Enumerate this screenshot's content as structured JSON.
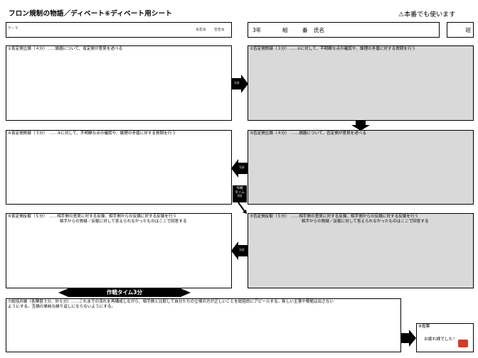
{
  "title": "フロン規制の物語／ディベート⑥ディベート用シート",
  "note": "⚠本番でも使います",
  "header": {
    "topic_hint": "テーマ",
    "side_a": "肯定派",
    "side_b": "否定派",
    "grade": "3年",
    "class": "組",
    "number": "番",
    "name": "氏名",
    "team": "班"
  },
  "sections": {
    "s1": "①肯定側立論（４分）……論題について、肯定側が意見を述べる",
    "s2": "②否定側質疑（３分）……①に対して、不明瞭な点の確認や、論理の矛盾に対する質問を行う",
    "s3": "③否定側立論（４分）　……論題について、否定側が意見を述べる",
    "s4": "④肯定側質疑（３分）　……③に対して、不明瞭な点の確認や、論理の矛盾に対する質問を行う",
    "s5": "⑤否定側反駁（５分）　……相手側の意見に対する反論、相手側からの反論に対する反論を行う\n　　　　　　　　　　　　　相手からの質疑／反駁に対して答えられなかったものはここで回答する",
    "s6": "⑥肯定側反駁（５分）　……相手側の意見に対する反論、相手側からの反論に対する反論を行う\n　　　　　　　　　　　　　相手からの質疑／反駁に対して答えられなかったものはここで回答する",
    "s7": "⑦総括弁論（各陣営３分、計６分）……これまでの流れを再構成しながら、相手側と比較して自分たちの立場の方が正しいことを総括的にアピールする。新しい主張や根拠は出さない\nようにする。互論の単純な繰り返しにならないようにする。",
    "s8": "⑧投票",
    "s8_msg": "お疲れ様でした！"
  },
  "arrows": {
    "a1": "1分",
    "a2": "1分",
    "a3": "作戦\nタイム\n3分",
    "a4": "1分"
  },
  "banner": "作戦タイム3分",
  "colors": {
    "gray": "#d9d9d9",
    "arrow": "#000000",
    "badge": "#d33b2a"
  }
}
